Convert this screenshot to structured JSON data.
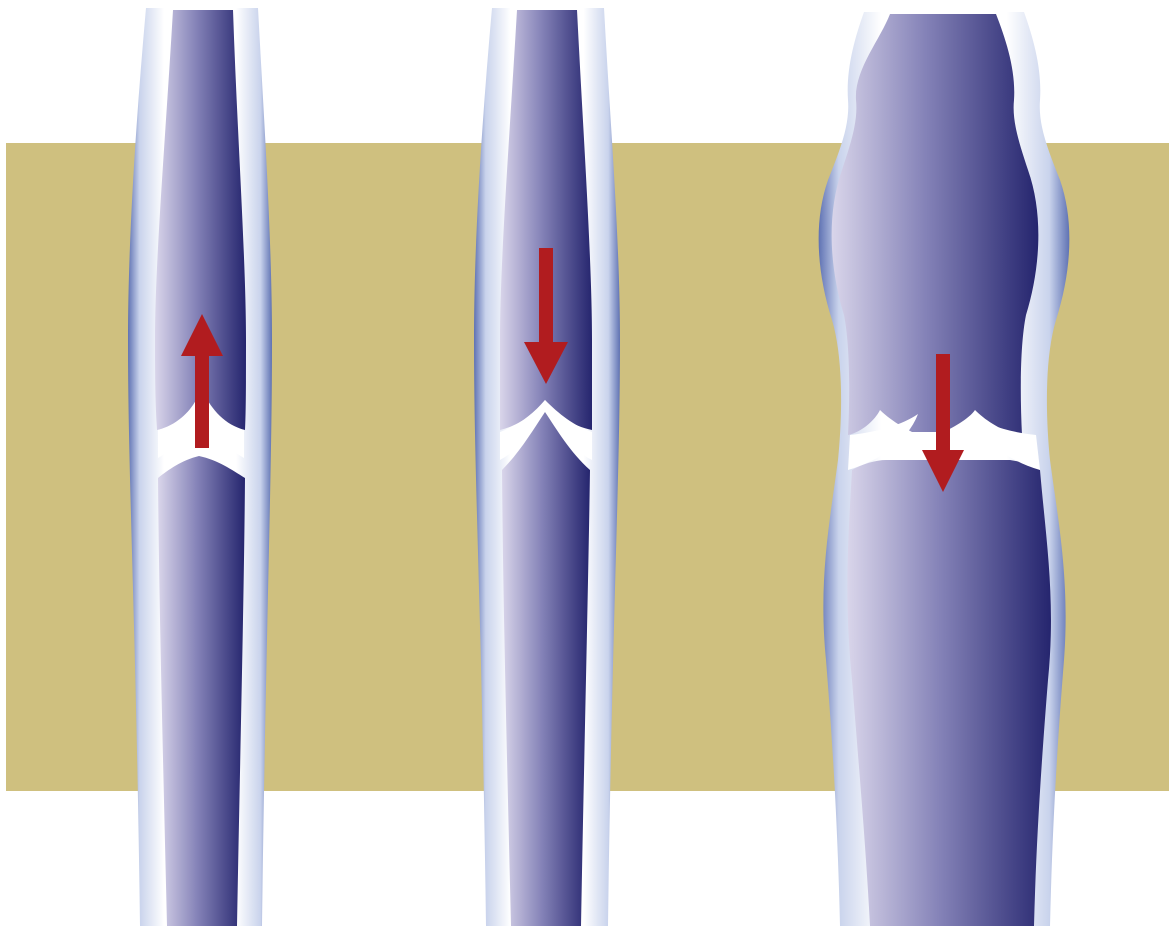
{
  "colors": {
    "background": "#ffffff",
    "tissue_band": "#cfc07f",
    "vein_wall": "#e9edf6",
    "vein_wall_edge": "#6f7fb8",
    "lumen_light": "#d8d4ea",
    "lumen_dark": "#26266f",
    "flow_arrow": "#b11c1f"
  },
  "veins": [
    {
      "name": "vein-1",
      "valve": "open",
      "flow_direction": "up",
      "dilated": false
    },
    {
      "name": "vein-2",
      "valve": "closed",
      "flow_direction": "down",
      "dilated": false
    },
    {
      "name": "vein-3",
      "valve": "incompetent",
      "flow_direction": "down",
      "dilated": true
    }
  ]
}
